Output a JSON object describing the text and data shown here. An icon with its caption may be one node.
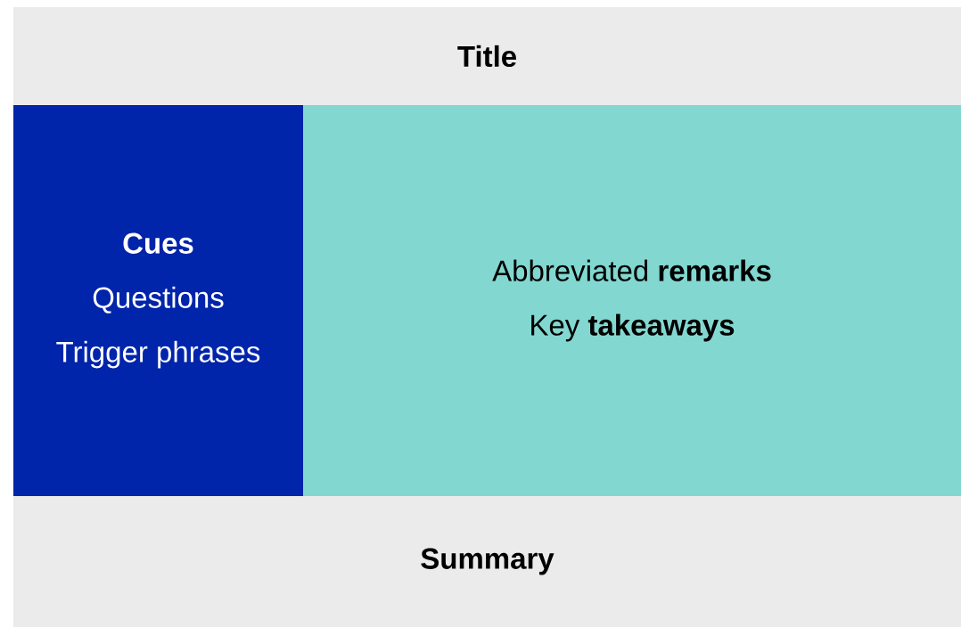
{
  "diagram": {
    "nodes": [
      {
        "text": [
          "Title"
        ]
      },
      {
        "text": [
          "Cues",
          "Questions",
          "Trigger phrases"
        ]
      },
      {
        "text": [
          "Abbreviated **remarks**",
          "Key **takeaways**"
        ]
      },
      {
        "text": [
          "Summary"
        ]
      }
    ]
  }
}
